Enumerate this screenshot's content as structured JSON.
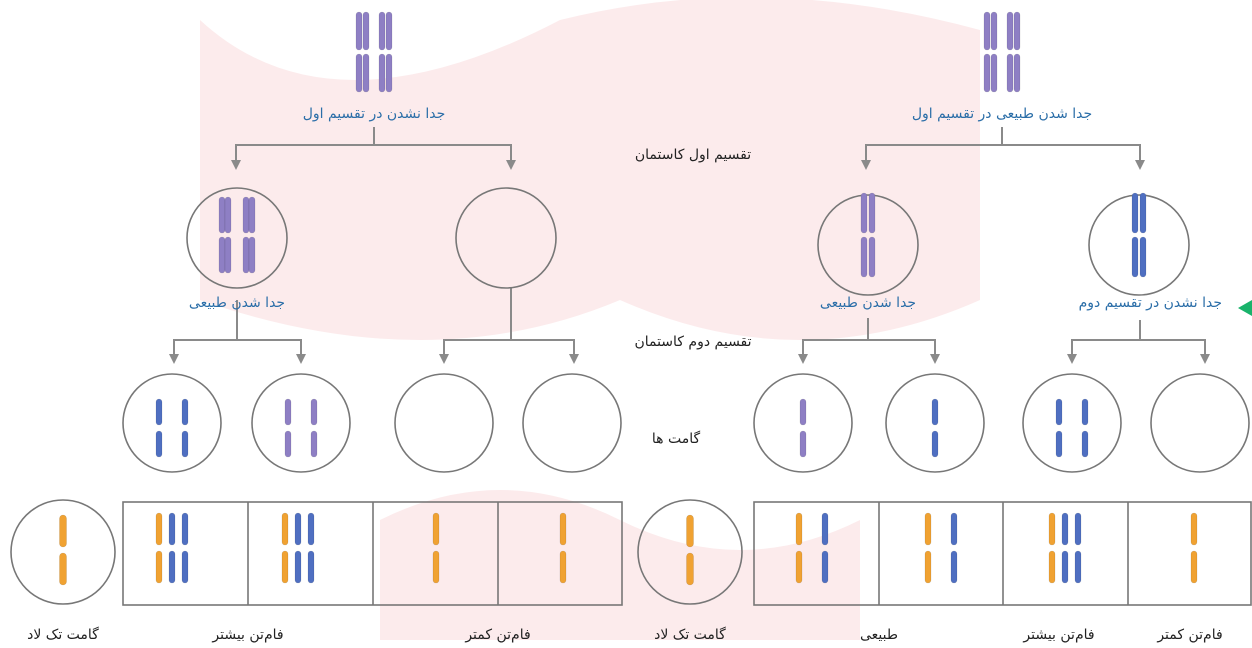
{
  "colors": {
    "watermark": "#e2232a",
    "arrow": "#8a8a8a",
    "circle": "#777777",
    "box": "#777777",
    "label_blue": "#2b6ea8",
    "label_dark": "#222222",
    "chromosome_purple": "#8e7fc4",
    "chromosome_blue": "#4f6fc1",
    "chromosome_orange": "#f0a232",
    "marker": "#19b36b"
  },
  "left": {
    "top_label": "جدا نشدن در تقسیم اول",
    "normal_label": "جدا شدن طبیعی",
    "result_more": "فام‌تن بیشتر",
    "result_less": "فام‌تن کمتر",
    "monoploid_gamete": "گامت تک لاد"
  },
  "right": {
    "top_label": "جدا شدن طبیعی در تقسیم اول",
    "normal_label": "جدا شدن طبیعی",
    "nondisjunction_label": "جدا نشدن در تقسیم دوم",
    "result_normal": "طبیعی",
    "result_more": "فام‌تن بیشتر",
    "result_less": "فام‌تن کمتر",
    "monoploid_gamete": "گامت تک لاد"
  },
  "center": {
    "meiosis1": "تقسیم اول کاستمان",
    "meiosis2": "تقسیم دوم کاستمان",
    "gametes": "گامت ها"
  }
}
